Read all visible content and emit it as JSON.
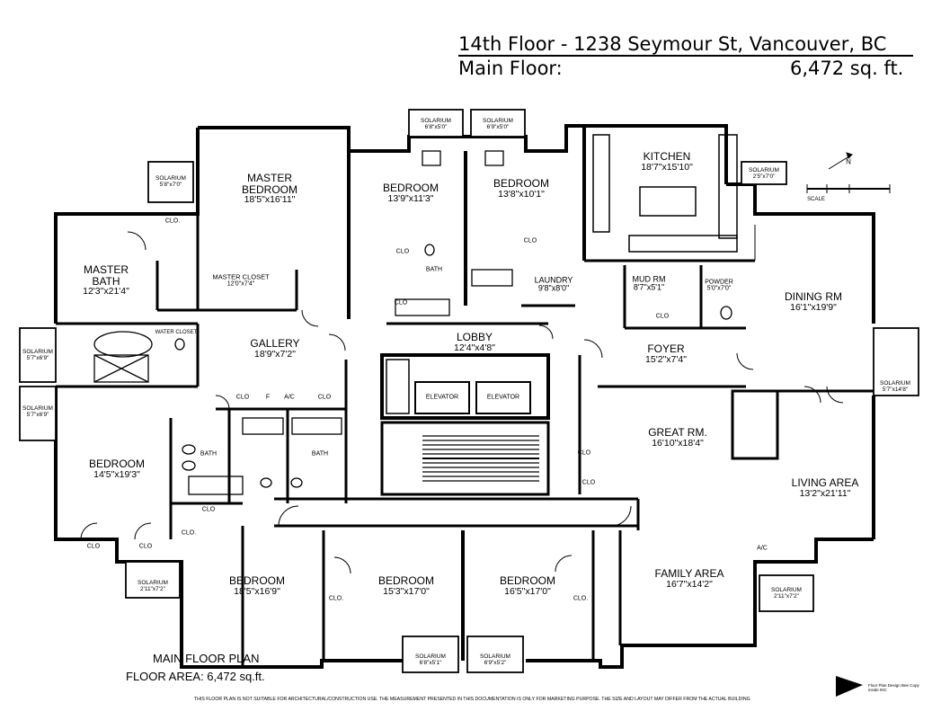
{
  "header": {
    "title": "14th Floor - 1238 Seymour St, Vancouver, BC",
    "floor_label": "Main Floor:",
    "area": "6,472 sq. ft."
  },
  "rooms": [
    {
      "id": "master-bedroom",
      "name": "MASTER BEDROOM",
      "dims": "18'5\"x16'11\""
    },
    {
      "id": "master-bath",
      "name": "MASTER BATH",
      "dims": "12'3\"x21'4\""
    },
    {
      "id": "bedroom-north-1",
      "name": "BEDROOM",
      "dims": "13'9\"x11'3\""
    },
    {
      "id": "bedroom-north-2",
      "name": "BEDROOM",
      "dims": "13'8\"x10'1\""
    },
    {
      "id": "kitchen",
      "name": "KITCHEN",
      "dims": "18'7\"x15'10\""
    },
    {
      "id": "dining-room",
      "name": "DINING RM",
      "dims": "16'1\"x19'9\""
    },
    {
      "id": "gallery",
      "name": "GALLERY",
      "dims": "18'9\"x7'2\""
    },
    {
      "id": "lobby",
      "name": "LOBBY",
      "dims": "12'4\"x4'8\""
    },
    {
      "id": "foyer",
      "name": "FOYER",
      "dims": "15'2\"x7'4\""
    },
    {
      "id": "great-room",
      "name": "GREAT RM.",
      "dims": "16'10\"x18'4\""
    },
    {
      "id": "living-area",
      "name": "LIVING AREA",
      "dims": "13'2\"x21'11\""
    },
    {
      "id": "bedroom-west",
      "name": "BEDROOM",
      "dims": "14'5\"x19'3\""
    },
    {
      "id": "bedroom-south-1",
      "name": "BEDROOM",
      "dims": "18'5\"x16'9\""
    },
    {
      "id": "bedroom-south-2",
      "name": "BEDROOM",
      "dims": "15'3\"x17'0\""
    },
    {
      "id": "bedroom-south-3",
      "name": "BEDROOM",
      "dims": "16'5\"x17'0\""
    },
    {
      "id": "family-area",
      "name": "FAMILY AREA",
      "dims": "16'7\"x14'2\""
    },
    {
      "id": "laundry",
      "name": "LAUNDRY",
      "dims": "9'8\"x8'0\""
    },
    {
      "id": "mud-room",
      "name": "MUD RM",
      "dims": "8'7\"x5'1\""
    },
    {
      "id": "powder",
      "name": "POWDER",
      "dims": "5'0\"x7'0\""
    },
    {
      "id": "master-closet",
      "name": "MASTER CLOSET",
      "dims": "12'0\"x7'4\""
    }
  ],
  "small_labels": {
    "clo": "CLO",
    "clo_dot": "CLO.",
    "bath": "BATH",
    "ac": "A/C",
    "elevator": "ELEVATOR",
    "water_closet": "WATER CLOSET",
    "f": "F"
  },
  "solariums": [
    {
      "id": "sol-n1",
      "name": "SOLARIUM",
      "dims": "6'8\"x5'0\""
    },
    {
      "id": "sol-n2",
      "name": "SOLARIUM",
      "dims": "6'9\"x5'0\""
    },
    {
      "id": "sol-nw",
      "name": "SOLARIUM",
      "dims": "5'8\"x7'0\""
    },
    {
      "id": "sol-ne",
      "name": "SOLARIUM",
      "dims": "2'5\"x7'0\""
    },
    {
      "id": "sol-w1",
      "name": "SOLARIUM",
      "dims": "5'7\"x6'9\""
    },
    {
      "id": "sol-w2",
      "name": "SOLARIUM",
      "dims": "5'7\"x6'9\""
    },
    {
      "id": "sol-e",
      "name": "SOLARIUM",
      "dims": "5'7\"x14'8\""
    },
    {
      "id": "sol-sw",
      "name": "SOLARIUM",
      "dims": "2'11\"x7'2\""
    },
    {
      "id": "sol-se",
      "name": "SOLARIUM",
      "dims": "2'11\"x7'2\""
    },
    {
      "id": "sol-s1",
      "name": "SOLARIUM",
      "dims": "6'8\"x5'1\""
    },
    {
      "id": "sol-s2",
      "name": "SOLARIUM",
      "dims": "6'9\"x5'2\""
    }
  ],
  "caption": {
    "title": "MAIN FLOOR PLAN",
    "area": "FLOOR AREA: 6,472 sq.ft."
  },
  "disclaimer": "THIS FLOOR PLAN IS NOT SUITABLE FOR ARCHITECTURAL/CONSTRUCTION USE. THE MEASUREMENT PRESENTED IN THIS DOCUMENTATION IS ONLY FOR MARKETING PURPOSE. THE SIZE AND LAYOUT MAY DIFFER FROM THE ACTUAL BUILDING",
  "credit": "Floor Plan Design Bee Copy inside INC",
  "compass": {
    "label": "N"
  },
  "scale": {
    "label": "SCALE"
  }
}
